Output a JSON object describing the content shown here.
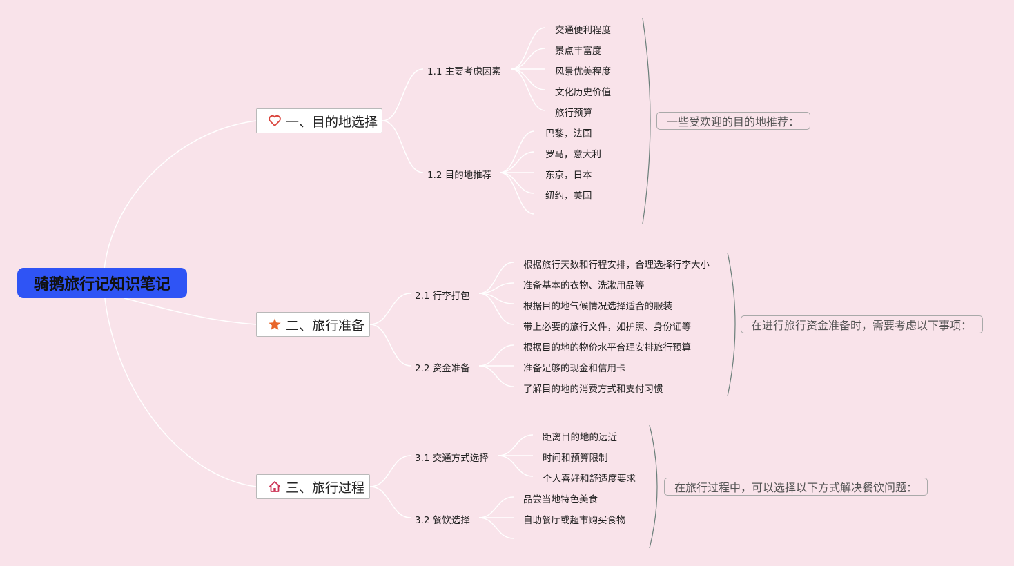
{
  "title": "骑鹅旅行记知识笔记",
  "branches": [
    {
      "label": "一、目的地选择",
      "icon": "heart-icon",
      "subs": [
        {
          "label": "1.1 主要考虑因素",
          "leaves": [
            "交通便利程度",
            "景点丰富度",
            "风景优美程度",
            "文化历史价值",
            "旅行预算"
          ]
        },
        {
          "label": "1.2 目的地推荐",
          "leaves": [
            "巴黎，法国",
            "罗马，意大利",
            "东京，日本",
            "纽约，美国"
          ]
        }
      ],
      "summary": "一些受欢迎的目的地推荐："
    },
    {
      "label": "二、旅行准备",
      "icon": "star-icon",
      "subs": [
        {
          "label": "2.1 行李打包",
          "leaves": [
            "根据旅行天数和行程安排，合理选择行李大小",
            "准备基本的衣物、洗漱用品等",
            "根据目的地气候情况选择适合的服装",
            "带上必要的旅行文件，如护照、身份证等"
          ]
        },
        {
          "label": "2.2 资金准备",
          "leaves": [
            "根据目的地的物价水平合理安排旅行预算",
            "准备足够的现金和信用卡",
            "了解目的地的消费方式和支付习惯"
          ]
        }
      ],
      "summary": "在进行旅行资金准备时，需要考虑以下事项："
    },
    {
      "label": "三、旅行过程",
      "icon": "house-icon",
      "subs": [
        {
          "label": "3.1 交通方式选择",
          "leaves": [
            "距离目的地的远近",
            "时间和预算限制",
            "个人喜好和舒适度要求"
          ]
        },
        {
          "label": "3.2 餐饮选择",
          "leaves": [
            "品尝当地特色美食",
            "自助餐厅或超市购买食物"
          ]
        }
      ],
      "summary": "在旅行过程中，可以选择以下方式解决餐饮问题："
    }
  ],
  "colors": {
    "background": "#f9e3ea",
    "root_fill": "#2f54f5",
    "connector": "#ffffff",
    "bracket": "#6b7f7a",
    "heart": "#d9433b",
    "star": "#e8662a",
    "house": "#cc3355"
  }
}
